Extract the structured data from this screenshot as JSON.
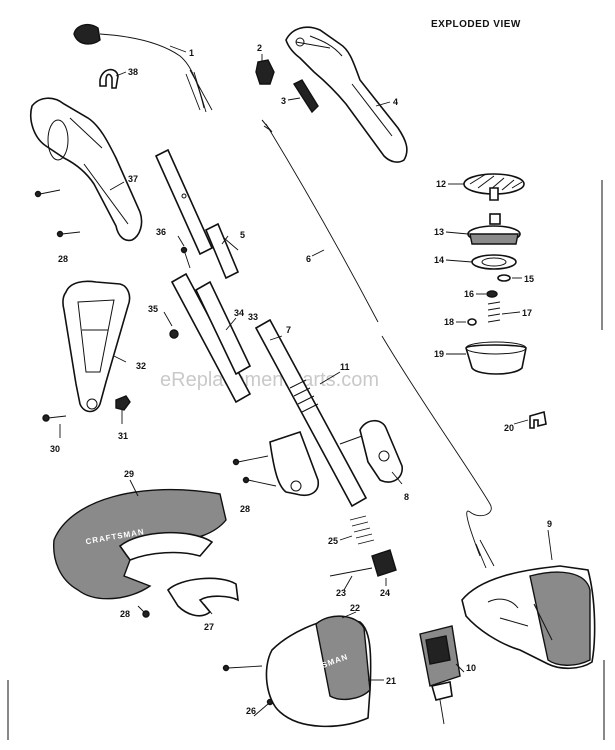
{
  "diagram": {
    "title": "EXPLODED VIEW",
    "watermark": "eReplacementParts.com",
    "brand_text": "CRAFTSMAN",
    "labels": {
      "p1": "1",
      "p2": "2",
      "p3": "3",
      "p4": "4",
      "p5": "5",
      "p6": "6",
      "p7": "7",
      "p8": "8",
      "p9": "9",
      "p10": "10",
      "p11": "11",
      "p12": "12",
      "p13": "13",
      "p14": "14",
      "p15": "15",
      "p16": "16",
      "p17": "17",
      "p18": "18",
      "p19": "19",
      "p20": "20",
      "p21": "21",
      "p22": "22",
      "p23": "23",
      "p24": "24",
      "p25": "25",
      "p26": "26",
      "p27": "27",
      "p28a": "28",
      "p28b": "28",
      "p28c": "28",
      "p29": "29",
      "p30": "30",
      "p31": "31",
      "p32": "32",
      "p33": "33",
      "p34": "34",
      "p35": "35",
      "p36": "36",
      "p37": "37",
      "p38": "38"
    }
  }
}
